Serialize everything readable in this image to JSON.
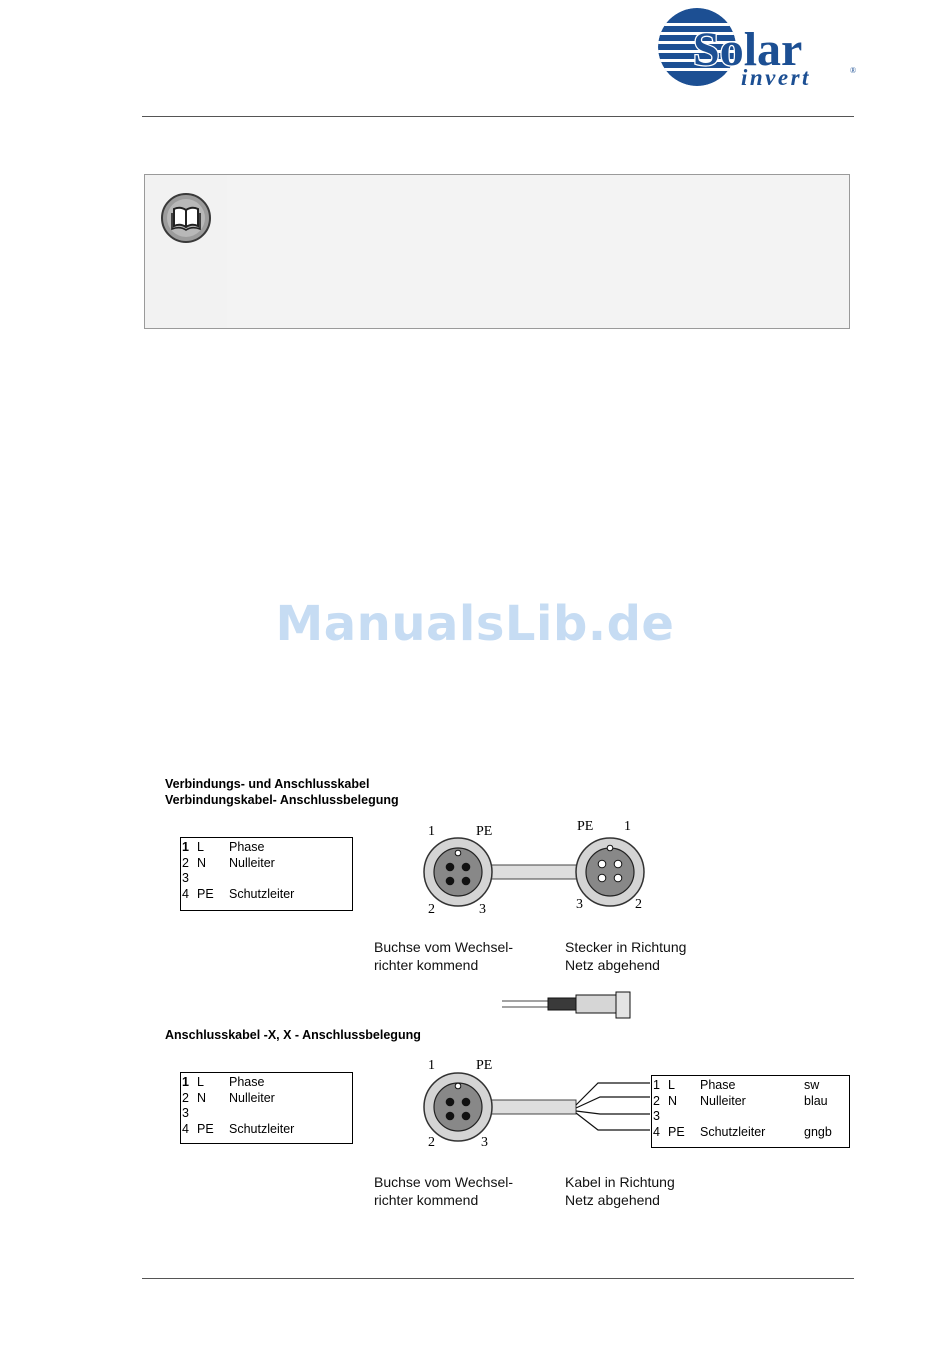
{
  "logo": {
    "word1": "Solar",
    "word2": "invert",
    "reg": "®",
    "color": "#1c4f93"
  },
  "watermark": "ManualsLib.de",
  "note": {
    "icon": "book-icon"
  },
  "section1": {
    "heading_line1": "Verbindungs- und Anschlusskabel",
    "heading_line2": "Verbindungskabel- Anschlussbelegung",
    "pins": [
      {
        "num": "1",
        "code": "L",
        "name": "Phase"
      },
      {
        "num": "2",
        "code": "N",
        "name": "Nulleiter"
      },
      {
        "num": "3",
        "code": "",
        "name": ""
      },
      {
        "num": "4",
        "code": "PE",
        "name": "Schutzleiter"
      }
    ],
    "socket_labels": {
      "one": "1",
      "pe": "PE",
      "two": "2",
      "three": "3"
    },
    "plug_labels": {
      "pe": "PE",
      "one": "1",
      "three": "3",
      "two": "2"
    },
    "caption_left_1": "Buchse vom Wechsel-",
    "caption_left_2": "richter kommend",
    "caption_right_1": "Stecker in Richtung",
    "caption_right_2": "Netz abgehend"
  },
  "section2": {
    "heading": "Anschlusskabel -X, X - Anschlussbelegung",
    "pins": [
      {
        "num": "1",
        "code": "L",
        "name": "Phase"
      },
      {
        "num": "2",
        "code": "N",
        "name": "Nulleiter"
      },
      {
        "num": "3",
        "code": "",
        "name": ""
      },
      {
        "num": "4",
        "code": "PE",
        "name": "Schutzleiter"
      }
    ],
    "socket_labels": {
      "one": "1",
      "pe": "PE",
      "two": "2",
      "three": "3"
    },
    "wire_table": [
      {
        "num": "1",
        "code": "L",
        "name": "Phase",
        "color": "sw"
      },
      {
        "num": "2",
        "code": "N",
        "name": "Nulleiter",
        "color": "blau"
      },
      {
        "num": "3",
        "code": "",
        "name": "",
        "color": ""
      },
      {
        "num": "4",
        "code": "PE",
        "name": "Schutzleiter",
        "color": "gngb"
      }
    ],
    "caption_left_1": "Buchse vom Wechsel-",
    "caption_left_2": "richter kommend",
    "caption_right_1": "Kabel in Richtung",
    "caption_right_2": "Netz abgehend"
  }
}
